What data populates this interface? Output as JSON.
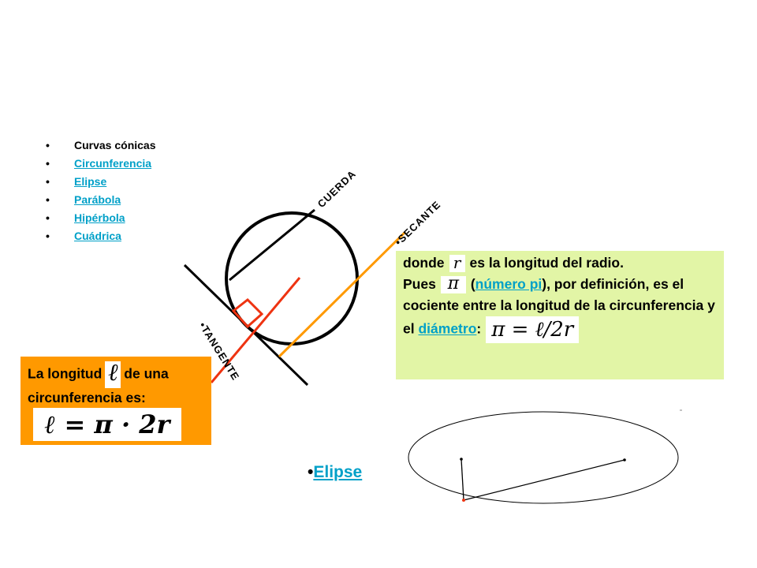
{
  "nav": {
    "items": [
      {
        "label": "Curvas cónicas",
        "link": false
      },
      {
        "label": "Circunferencia",
        "link": true
      },
      {
        "label": "Elipse",
        "link": true
      },
      {
        "label": "Parábola",
        "link": true
      },
      {
        "label": "Hipérbola",
        "link": true
      },
      {
        "label": "Cuádrica",
        "link": true
      }
    ],
    "bullet": "•"
  },
  "diagram": {
    "labels": {
      "cuerda": "CUERDA",
      "secante": "•SECANTE",
      "tangente": "•TANGENTE"
    }
  },
  "green_box": {
    "donde": "donde",
    "radius_symbol": "r",
    "radius_text": "es la longitud del radio.",
    "pues": "Pues",
    "pi_symbol": "π",
    "open_paren": "(",
    "pi_link": "número pi",
    "after_pi": "), por definición, es el cociente entre la longitud de la circunferencia y el",
    "diameter_link": "diámetro",
    "colon": ":",
    "formula": "π = ℓ/2r"
  },
  "orange_box": {
    "prefix": "La longitud",
    "length_symbol": "ℓ",
    "suffix": "de una circunferencia es:",
    "formula": "ℓ = π · 2r"
  },
  "ellipse_link": {
    "bullet": "•",
    "label": "Elipse"
  },
  "colors": {
    "link": "#00a0c8",
    "green_box": "#e2f5a6",
    "orange_box": "#ff9900",
    "tangent_accent": "#ee3311",
    "secant": "#ff9900"
  }
}
